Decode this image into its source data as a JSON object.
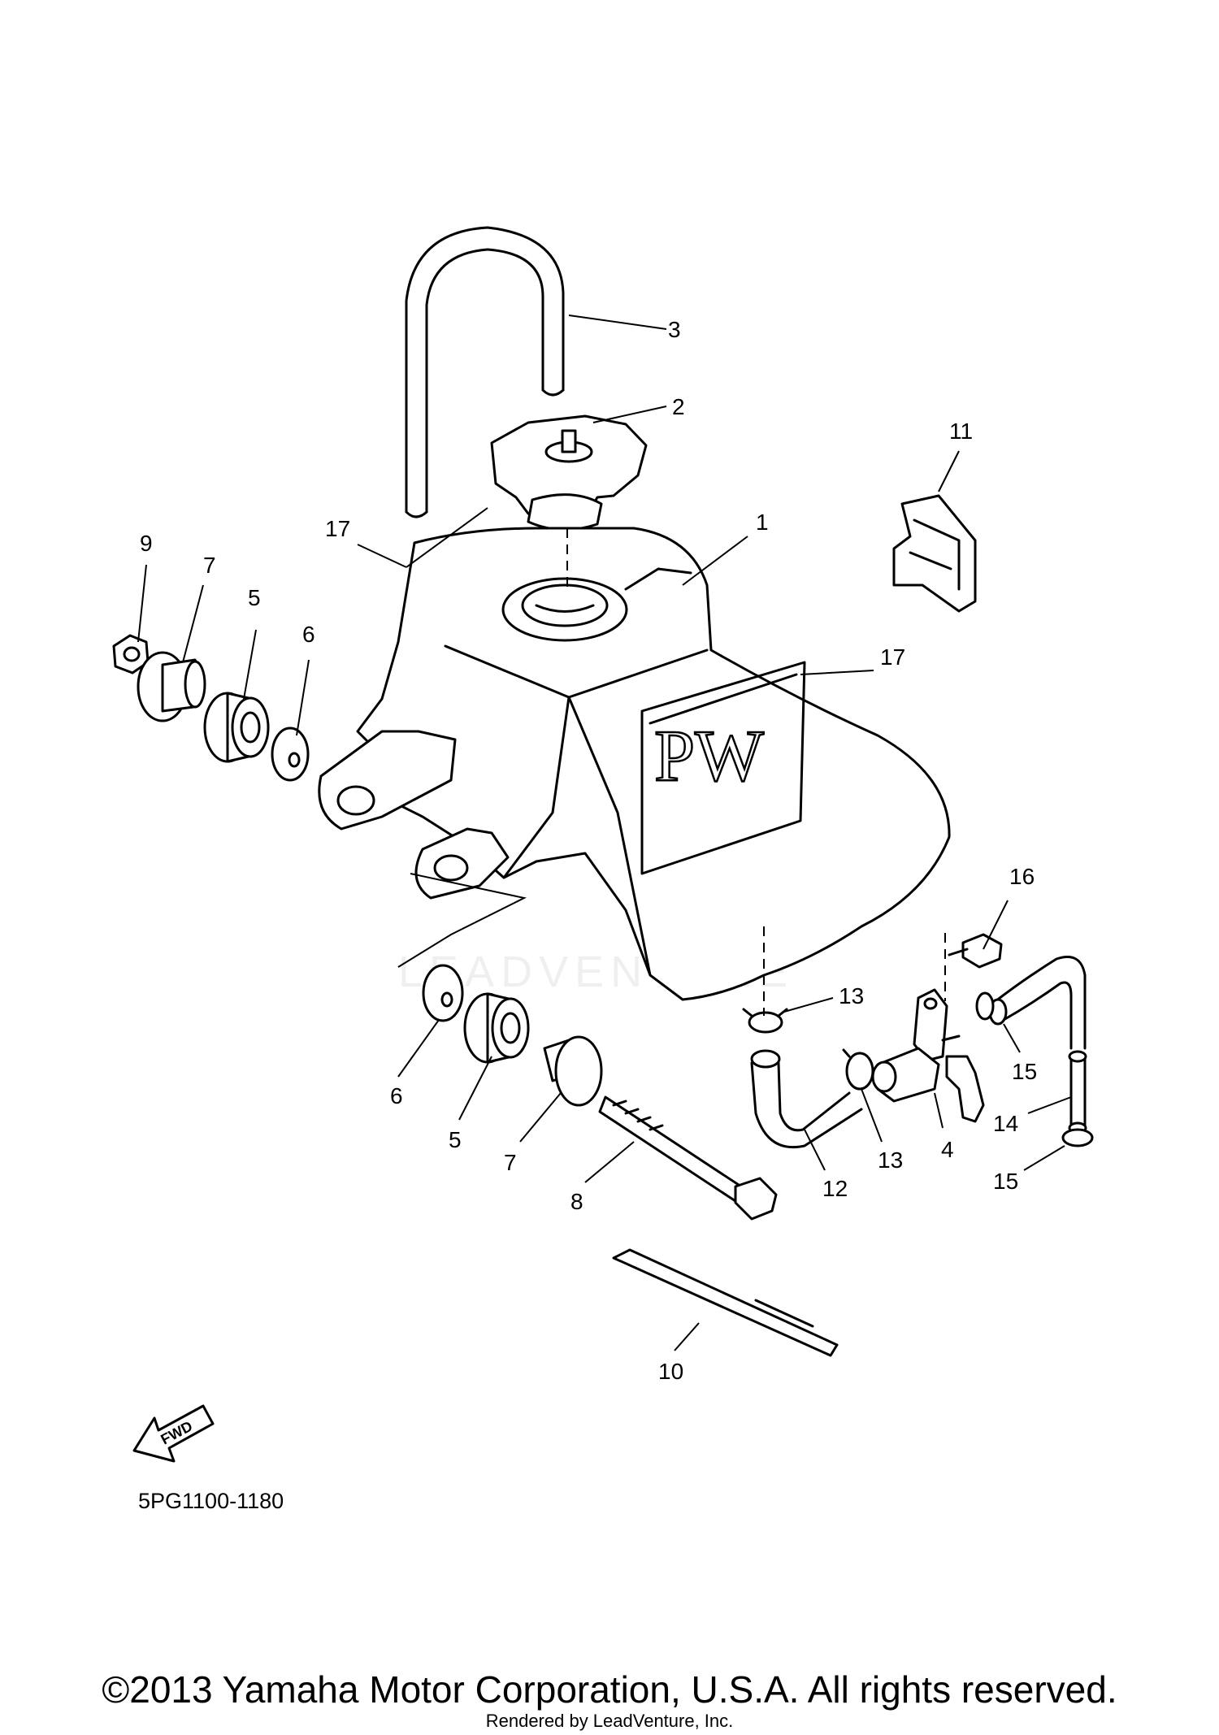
{
  "diagram": {
    "code": "5PG1100-1180",
    "fwd_label": "FWD",
    "callouts": [
      "1",
      "2",
      "3",
      "4",
      "5",
      "5",
      "6",
      "6",
      "7",
      "7",
      "8",
      "9",
      "10",
      "11",
      "12",
      "13",
      "13",
      "14",
      "15",
      "15",
      "16",
      "17",
      "17"
    ]
  },
  "watermark": {
    "text": "LEADVENTURE"
  },
  "footer": {
    "copyright": "©2013 Yamaha Motor Corporation, U.S.A. All rights reserved.",
    "rendered_by": "Rendered by LeadVenture, Inc."
  }
}
